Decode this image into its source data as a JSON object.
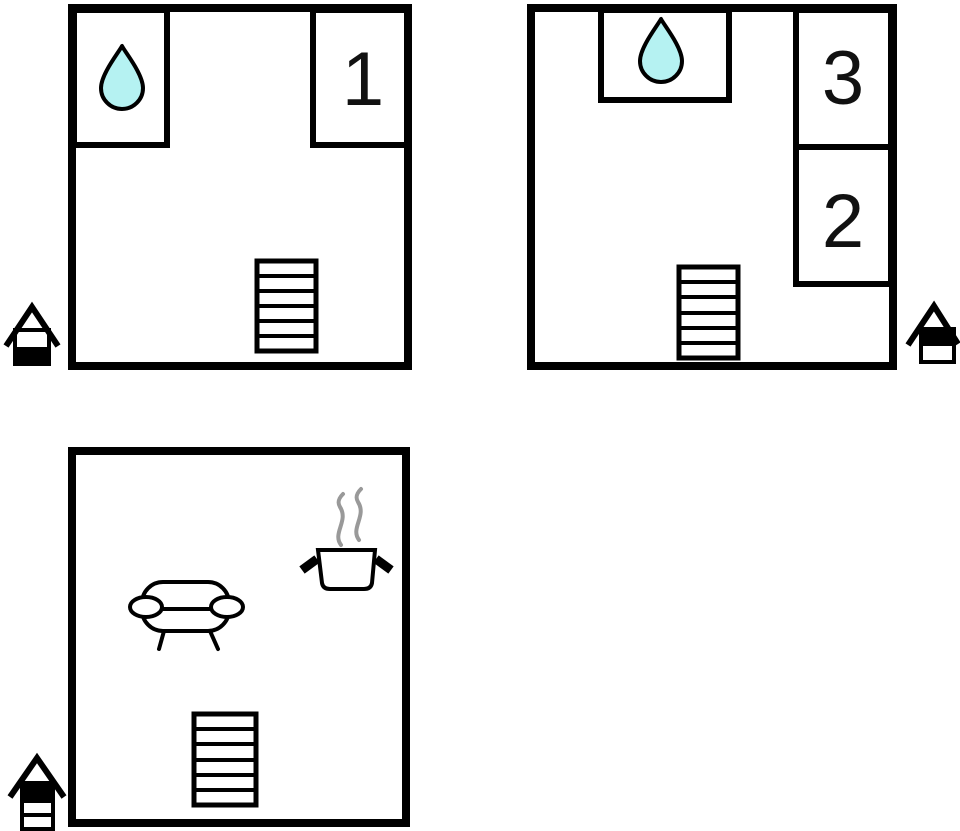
{
  "diagram": {
    "type": "house-floor-plans",
    "plan_count": 3
  },
  "colors": {
    "wall": "#000000",
    "water_drop": "#b5f2f2",
    "steam": "#999999",
    "background": "#ffffff"
  },
  "floorplans": [
    {
      "name": "upper-floor-plan-1",
      "position": "top-left",
      "rooms": [
        {
          "type": "bathroom",
          "icon": "water-drop-icon",
          "label": ""
        },
        {
          "type": "room",
          "label": "1"
        }
      ],
      "features": [
        "staircase"
      ],
      "level_marker": {
        "icon": "house-level-icon",
        "bands": [
          "white",
          "black"
        ],
        "highlighted_band": 2
      }
    },
    {
      "name": "upper-floor-plan-2",
      "position": "top-right",
      "rooms": [
        {
          "type": "bathroom",
          "icon": "water-drop-icon",
          "label": ""
        },
        {
          "type": "room",
          "label": "3"
        },
        {
          "type": "room",
          "label": "2"
        }
      ],
      "features": [
        "staircase"
      ],
      "level_marker": {
        "icon": "house-level-icon",
        "bands": [
          "black",
          "white"
        ],
        "highlighted_band": 1
      }
    },
    {
      "name": "ground-floor-plan",
      "position": "bottom-left",
      "rooms": [
        {
          "type": "living-kitchen-area",
          "icons": [
            "sofa-icon",
            "cooking-pot-icon"
          ],
          "label": ""
        }
      ],
      "features": [
        "staircase"
      ],
      "level_marker": {
        "icon": "house-level-icon",
        "bands": [
          "black",
          "white",
          "white"
        ],
        "highlighted_band": 1
      }
    }
  ]
}
